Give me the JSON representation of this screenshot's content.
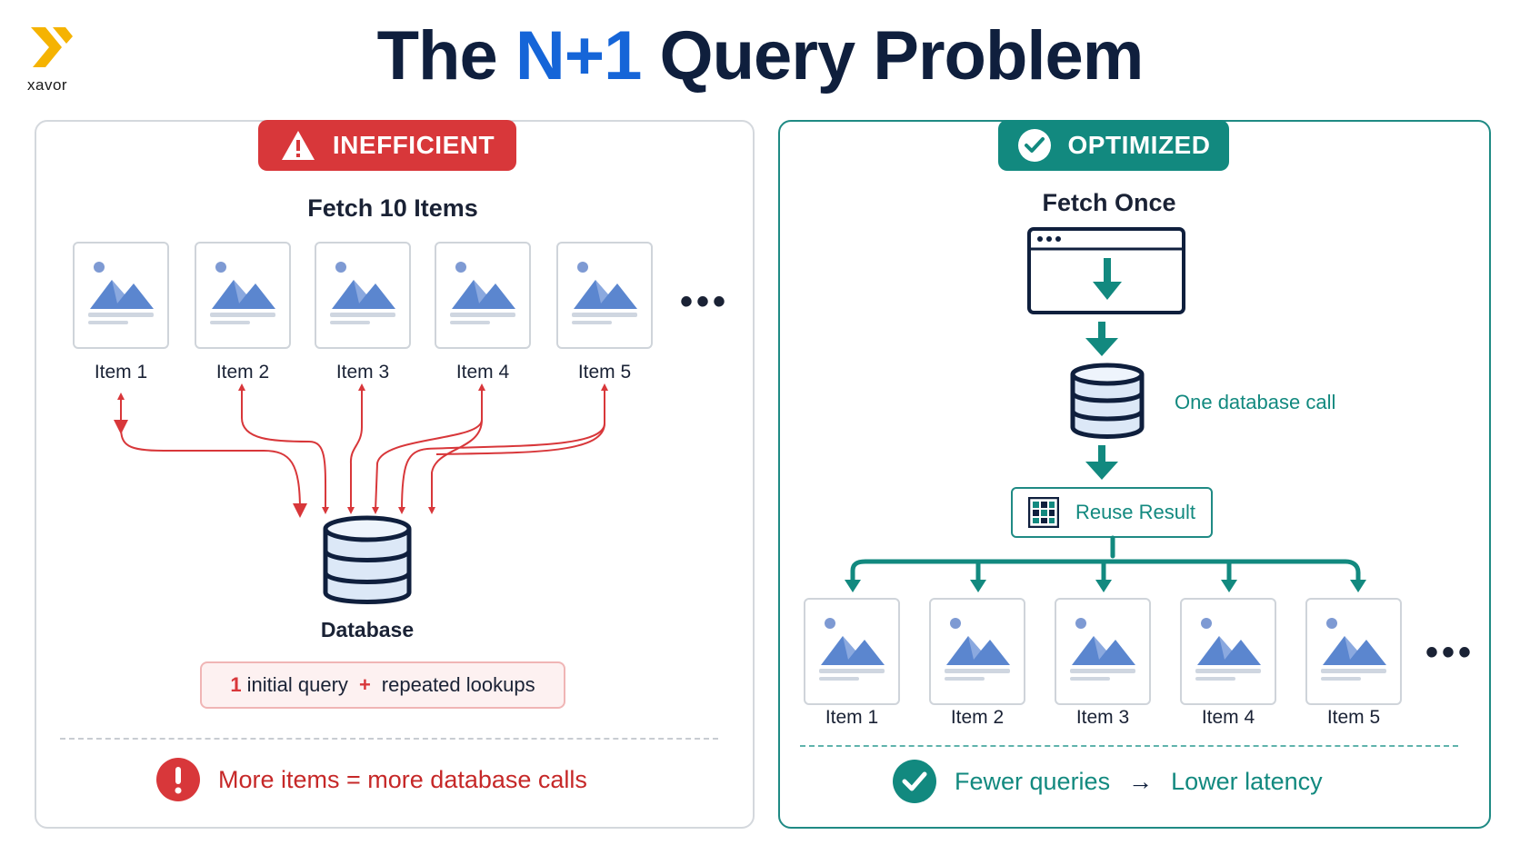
{
  "brand": {
    "logo_text": "xavor"
  },
  "title": {
    "part1": "The ",
    "accent": "N+1",
    "part2": " Query Problem"
  },
  "colors": {
    "red": "#d8373a",
    "teal": "#12897f",
    "navy": "#0f1f3d",
    "blue_accent": "#1565d8"
  },
  "left": {
    "badge": "INEFFICIENT",
    "badge_icon": "warning-icon",
    "heading": "Fetch 10 Items",
    "items": [
      "Item 1",
      "Item 2",
      "Item 3",
      "Item 4",
      "Item 5"
    ],
    "more": "•••",
    "database_label": "Database",
    "summary": {
      "count": "1",
      "initial": "initial query",
      "plus": "+",
      "repeated": "repeated lookups"
    },
    "note": "More items = more database calls",
    "note_icon": "exclamation-icon"
  },
  "right": {
    "badge": "OPTIMIZED",
    "badge_icon": "check-circle-icon",
    "heading": "Fetch Once",
    "db_call_label": "One database call",
    "reuse_label": "Reuse Result",
    "items": [
      "Item 1",
      "Item 2",
      "Item 3",
      "Item 4",
      "Item 5"
    ],
    "more": "•••",
    "note_left": "Fewer queries",
    "note_arrow": "→",
    "note_right": "Lower latency",
    "note_icon": "check-circle-icon"
  }
}
